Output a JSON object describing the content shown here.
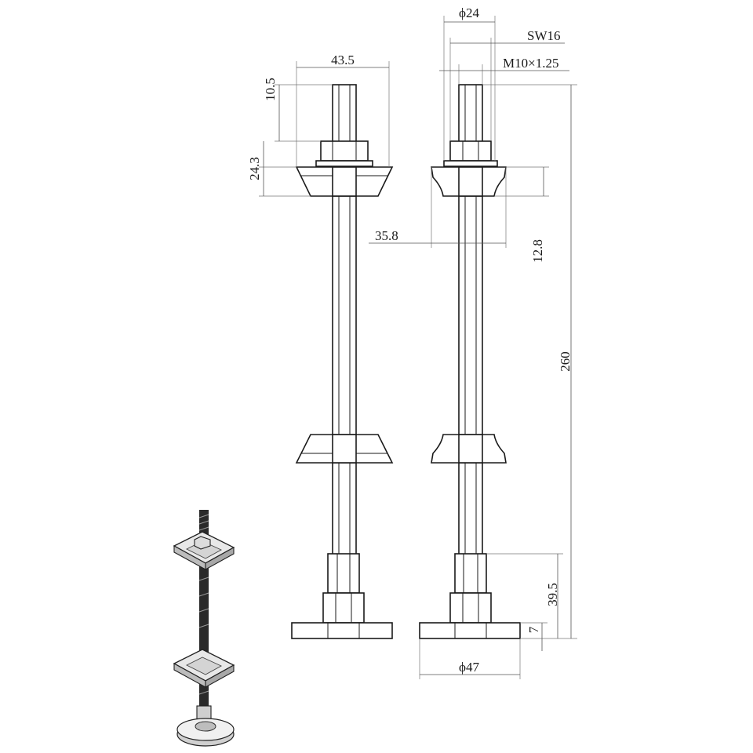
{
  "dimensions": {
    "flange_width": "43.5",
    "thread_top": "10.5",
    "head_height": "24.3",
    "hex_diameter": "ϕ24",
    "wrench_size": "SW16",
    "thread": "M10×1.25",
    "cup_width": "35.8",
    "cup_height": "12.8",
    "overall_length": "260",
    "base_height": "39.5",
    "foot_thickness": "7",
    "foot_diameter": "ϕ47"
  },
  "colors": {
    "line": "#1a1a1a",
    "dimension": "#555555",
    "background": "#ffffff"
  }
}
